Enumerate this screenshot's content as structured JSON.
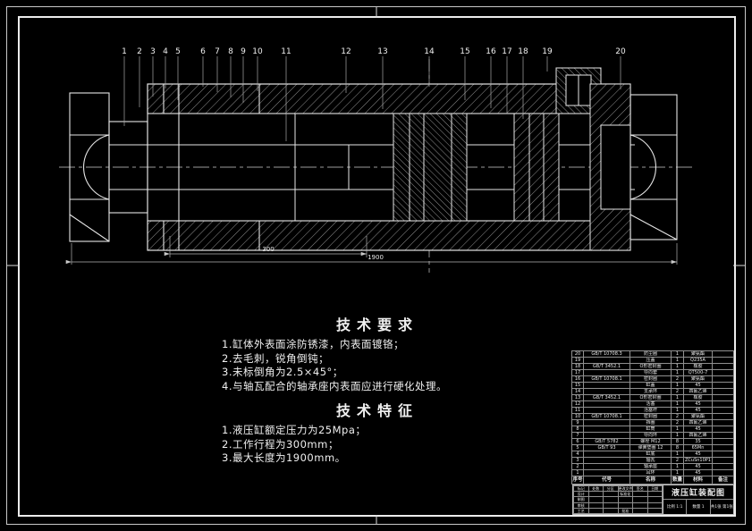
{
  "drawing": {
    "callouts": [
      "1",
      "2",
      "3",
      "4",
      "5",
      "6",
      "7",
      "8",
      "9",
      "10",
      "11",
      "12",
      "13",
      "14",
      "15",
      "16",
      "17",
      "18",
      "19",
      "20"
    ],
    "dimensions": {
      "stroke": "300",
      "overall": "1900"
    }
  },
  "tech_requirements": {
    "heading": "技术要求",
    "items": [
      "1.缸体外表面涂防锈漆，内表面镀铬；",
      "2.去毛刺，锐角倒钝；",
      "3.未标倒角为2.5×45°；",
      "4.与轴瓦配合的轴承座内表面应进行硬化处理。"
    ]
  },
  "tech_features": {
    "heading": "技术特征",
    "items": [
      "1.液压缸额定压力为25Mpa；",
      "2.工作行程为300mm；",
      "3.最大长度为1900mm。"
    ]
  },
  "parts_table": {
    "header": [
      "序号",
      "代号",
      "名称",
      "数量",
      "材料",
      "备注"
    ],
    "rows": [
      [
        "20",
        "GB/T 10708.3",
        "防尘圈",
        "1",
        "聚氨酯",
        ""
      ],
      [
        "19",
        "",
        "压盖",
        "1",
        "Q235A",
        ""
      ],
      [
        "18",
        "GB/T 3452.1",
        "O形密封圈",
        "1",
        "橡胶",
        ""
      ],
      [
        "17",
        "",
        "导向套",
        "1",
        "QT500-7",
        ""
      ],
      [
        "16",
        "GB/T 10708.1",
        "密封圈",
        "2",
        "聚氨酯",
        ""
      ],
      [
        "15",
        "",
        "缸盖",
        "1",
        "45",
        ""
      ],
      [
        "14",
        "",
        "支承环",
        "2",
        "四氟乙烯",
        ""
      ],
      [
        "13",
        "GB/T 3452.1",
        "O形密封圈",
        "1",
        "橡胶",
        ""
      ],
      [
        "12",
        "",
        "活塞",
        "1",
        "45",
        ""
      ],
      [
        "11",
        "",
        "活塞杆",
        "1",
        "45",
        ""
      ],
      [
        "10",
        "GB/T 10708.1",
        "密封圈",
        "2",
        "聚氨酯",
        ""
      ],
      [
        "9",
        "",
        "挡圈",
        "2",
        "四氟乙烯",
        ""
      ],
      [
        "8",
        "",
        "缸筒",
        "1",
        "45",
        ""
      ],
      [
        "7",
        "",
        "导向环",
        "1",
        "四氟乙烯",
        ""
      ],
      [
        "6",
        "GB/T 5782",
        "螺栓 M12",
        "8",
        "35",
        ""
      ],
      [
        "5",
        "GB/T 93",
        "弹簧垫圈 12",
        "8",
        "65Mn",
        ""
      ],
      [
        "4",
        "",
        "缸底",
        "1",
        "45",
        ""
      ],
      [
        "3",
        "",
        "轴瓦",
        "2",
        "ZCuSn10P1",
        ""
      ],
      [
        "2",
        "",
        "轴承座",
        "1",
        "45",
        ""
      ],
      [
        "1",
        "",
        "耳环",
        "1",
        "45",
        ""
      ]
    ]
  },
  "title_block": {
    "title": "液压缸装配图",
    "rows": [
      [
        "标记",
        "处数",
        "分区",
        "更改文件号",
        "签名",
        "日期"
      ],
      [
        "设计",
        "",
        "",
        "标准化",
        "",
        ""
      ],
      [
        "制图",
        "",
        "",
        "",
        "",
        ""
      ],
      [
        "审核",
        "",
        "",
        "",
        "",
        ""
      ],
      [
        "工艺",
        "",
        "",
        "批准",
        "",
        ""
      ]
    ],
    "info_cells": [
      "比例 1:1",
      "数量 1",
      "共1张 第1张"
    ]
  }
}
